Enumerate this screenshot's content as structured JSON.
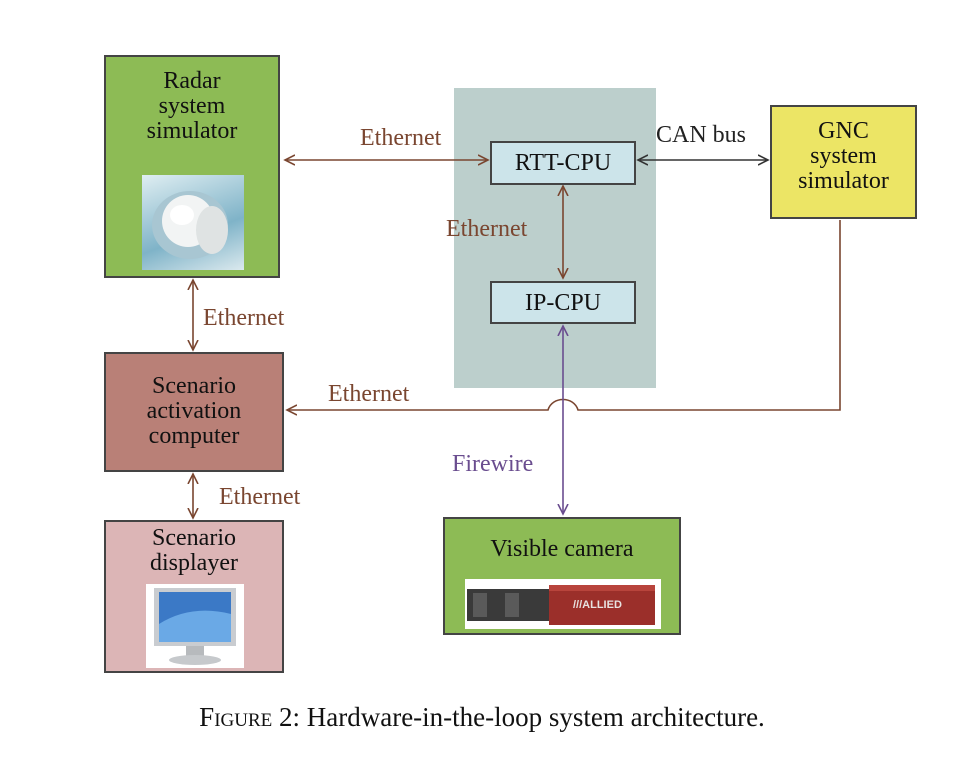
{
  "nodes": {
    "radar": {
      "label": "Radar system simulator",
      "image": "radar-dish-picture"
    },
    "gnc": {
      "label": "GNC system simulator"
    },
    "rtt_cpu": {
      "label": "RTT-CPU"
    },
    "ip_cpu": {
      "label": "IP-CPU"
    },
    "scenario_activation": {
      "label": "Scenario activation computer"
    },
    "scenario_displayer": {
      "label": "Scenario displayer",
      "image": "monitor-picture"
    },
    "visible_camera": {
      "label": "Visible camera",
      "image": "camera-picture",
      "brand": "///ALLIED"
    }
  },
  "links": {
    "radar_rtt": "Ethernet",
    "rtt_gnc": "CAN bus",
    "rtt_ip": "Ethernet",
    "radar_scenario": "Ethernet",
    "gnc_scenario": "Ethernet",
    "scenario_displayer": "Ethernet",
    "ip_camera": "Firewire"
  },
  "colors": {
    "green_box": "#8dbb55",
    "yellow_box": "#ece565",
    "cpu_box": "#cce4ea",
    "cpu_panel": "#bccfcc",
    "activation_box": "#b98077",
    "displayer_box": "#dcb5b6",
    "ethernet_line": "#7a4630",
    "firewire_line": "#6a4d8f",
    "can_line": "#333333"
  },
  "caption": {
    "figure": "Figure 2:",
    "text": "Hardware-in-the-loop system architecture."
  }
}
